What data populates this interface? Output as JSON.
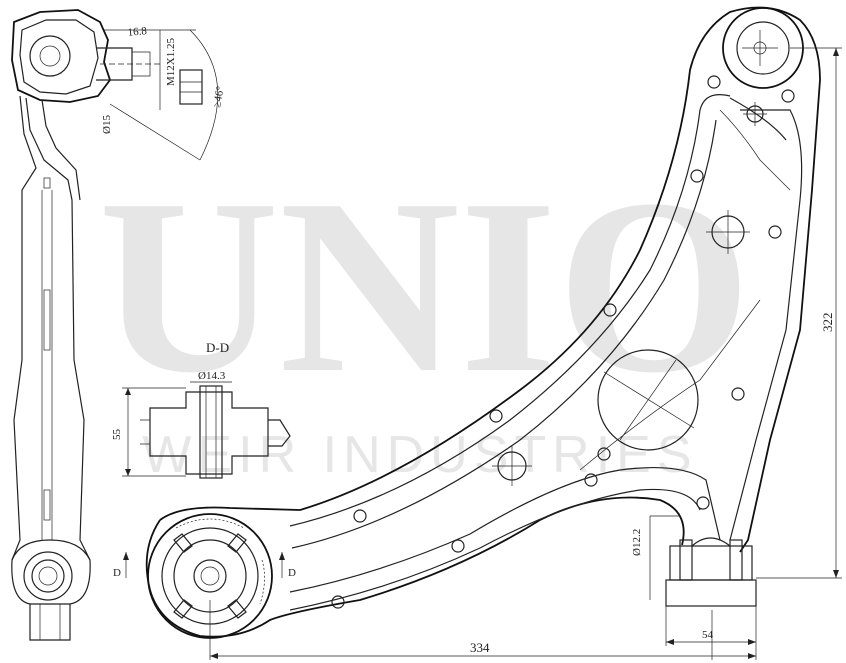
{
  "watermark": {
    "brand": "UNIO",
    "tagline": "WEIR INDUSTRIES",
    "color": "#e6e6e6"
  },
  "section_label": "D-D",
  "section_marker": "D",
  "dimensions": {
    "thread_offset": "16.8",
    "thread_spec": "M12X1.25",
    "stud_diameter": "Ø15",
    "taper_angle": "≥46°",
    "bushing_bore": "Ø14.3",
    "bushing_height": "55",
    "ball_joint_bore": "Ø12.2",
    "overall_height": "322",
    "overall_length": "334",
    "ball_joint_width": "54"
  }
}
